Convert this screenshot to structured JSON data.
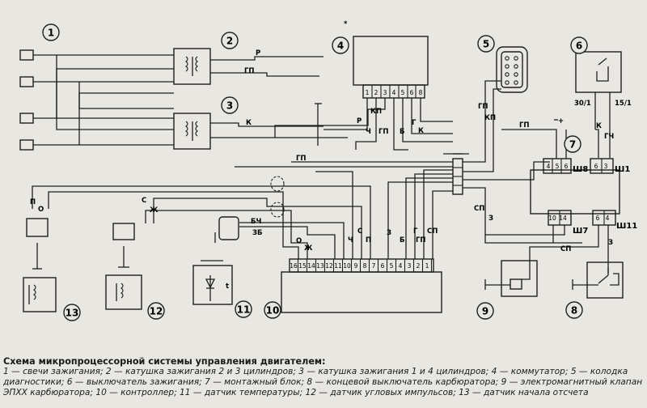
{
  "components": [
    {
      "id": "spark-plugs",
      "number": "1"
    },
    {
      "id": "coil-2-3",
      "number": "2"
    },
    {
      "id": "coil-1-4",
      "number": "3"
    },
    {
      "id": "commutator",
      "number": "4"
    },
    {
      "id": "diag-connector",
      "number": "5"
    },
    {
      "id": "ignition-switch",
      "number": "6"
    },
    {
      "id": "mounting-block",
      "number": "7"
    },
    {
      "id": "carb-limit-switch",
      "number": "8"
    },
    {
      "id": "epxx-valve",
      "number": "9"
    },
    {
      "id": "controller",
      "number": "10"
    },
    {
      "id": "temp-sensor",
      "number": "11"
    },
    {
      "id": "angle-pulse-sensor",
      "number": "12"
    },
    {
      "id": "count-start-sensor",
      "number": "13"
    }
  ],
  "commutator_pins": [
    "1",
    "2",
    "3",
    "4",
    "5",
    "6",
    "8"
  ],
  "controller_pins": [
    "16",
    "15",
    "14",
    "13",
    "12",
    "11",
    "10",
    "9",
    "8",
    "7",
    "6",
    "5",
    "4",
    "3",
    "2",
    "1"
  ],
  "wire_labels": {
    "coil2_r": "Р",
    "coil2_gp": "ГП",
    "coil3_k": "К",
    "comm_r": "Р",
    "comm_kp": "КП",
    "comm_ch": "Ч",
    "comm_gp": "ГП",
    "comm_b": "Б",
    "comm_g": "Г",
    "comm_k": "К",
    "bus_gp": "ГП",
    "diag_gp": "ГП",
    "diag_kp": "КП",
    "block_gp": "ГП",
    "ign_k": "К",
    "ign_gch": "ГЧ",
    "ign_30": "30/1",
    "ign_15": "15/1",
    "s13_p": "П",
    "s13_o": "О",
    "s12_s": "С",
    "s12_zh": "Ж",
    "t_bch": "БЧ",
    "t_zb": "ЗБ",
    "c_o": "О",
    "c_zh": "Ж",
    "c_ch": "Ч",
    "c_s": "С",
    "c_p": "П",
    "c_z": "З",
    "c_b": "Б",
    "c_g": "Г",
    "c_gp": "ГП",
    "c_sp": "СП",
    "w7_sp": "СП",
    "w7_z": "З",
    "w11_sp": "СП",
    "w11_z": "З",
    "plus": "+"
  },
  "block_pins": {
    "sh8": [
      "4",
      "5",
      "6"
    ],
    "sh1": [
      "6",
      "3"
    ],
    "sh7": [
      "10",
      "14"
    ],
    "sh11": [
      "6",
      "4"
    ]
  },
  "connectors": {
    "sh8": "Ш8",
    "sh1": "Ш1",
    "sh7": "Ш7",
    "sh11": "Ш11"
  },
  "sensor_marks": {
    "temp": "t"
  },
  "asterisk": "*",
  "caption": {
    "title": "Схема микропроцессорной системы управления двигателем:",
    "text": "1 — свечи зажигания; 2 — катушка зажигания 2 и 3 цилиндров; 3 — катушка зажигания 1 и 4 цилиндров; 4 — коммутатор; 5 — колодка диагностики; 6 — выключатель зажигания; 7 — монтажный блок; 8 — концевой выключатель карбюратора; 9 — электромагнитный клапан ЭПХХ карбюратора; 10 — контроллер; 11 — датчик температуры; 12 — датчик угловых импульсов; 13 — датчик начала отсчета"
  }
}
